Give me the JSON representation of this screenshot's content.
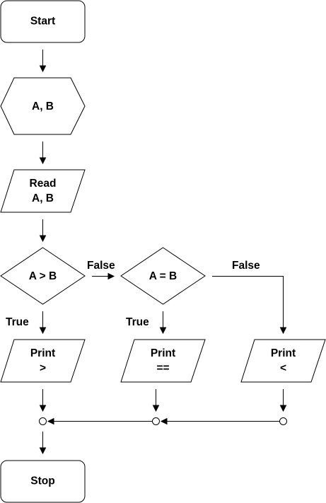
{
  "nodes": {
    "start": {
      "label": "Start"
    },
    "vars": {
      "label": "A, B"
    },
    "read": {
      "line1": "Read",
      "line2": "A, B"
    },
    "cond_gt": {
      "label": "A > B"
    },
    "cond_eq": {
      "label": "A = B"
    },
    "print_gt": {
      "line1": "Print",
      "line2": ">"
    },
    "print_eq": {
      "line1": "Print",
      "line2": "=="
    },
    "print_lt": {
      "line1": "Print",
      "line2": "<"
    },
    "stop": {
      "label": "Stop"
    }
  },
  "edges": {
    "gt_false": "False",
    "gt_true": "True",
    "eq_true": "True",
    "eq_false": "False"
  }
}
